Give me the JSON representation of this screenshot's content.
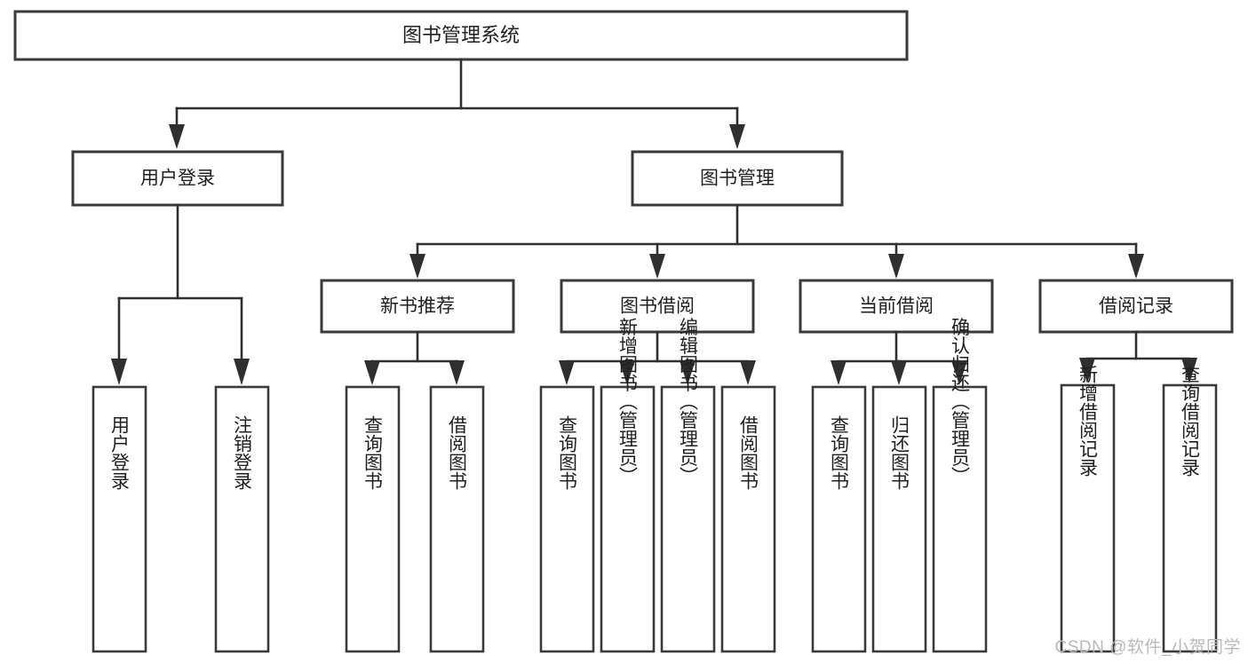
{
  "diagram": {
    "title": "图书管理系统",
    "type": "tree-hierarchy-diagram",
    "colors": {
      "box_stroke": "#3a3a3a",
      "connector": "#2f2f2f",
      "background": "#ffffff",
      "text": "#1f1f1f",
      "watermark": "#b9b9b9"
    },
    "root": {
      "label": "图书管理系统"
    },
    "level1": [
      {
        "label": "用户登录"
      },
      {
        "label": "图书管理"
      }
    ],
    "level2": [
      {
        "label": "新书推荐"
      },
      {
        "label": "图书借阅"
      },
      {
        "label": "当前借阅"
      },
      {
        "label": "借阅记录"
      }
    ],
    "leaves": {
      "user_login": [
        {
          "label": "用户登录"
        },
        {
          "label": "注销登录"
        }
      ],
      "new_book_recommend": [
        {
          "label": "查询图书"
        },
        {
          "label": "借阅图书"
        }
      ],
      "book_borrow": [
        {
          "label": "查询图书"
        },
        {
          "label": "新增图书（管理员）"
        },
        {
          "label": "编辑图书（管理员）"
        },
        {
          "label": "借阅图书"
        }
      ],
      "current_borrow": [
        {
          "label": "查询图书"
        },
        {
          "label": "归还图书"
        },
        {
          "label": "确认归还（管理员）"
        }
      ],
      "borrow_record": [
        {
          "label": "新增借阅记录"
        },
        {
          "label": "查询借阅记录"
        }
      ]
    },
    "watermark": "CSDN @软件_小贺同学"
  }
}
